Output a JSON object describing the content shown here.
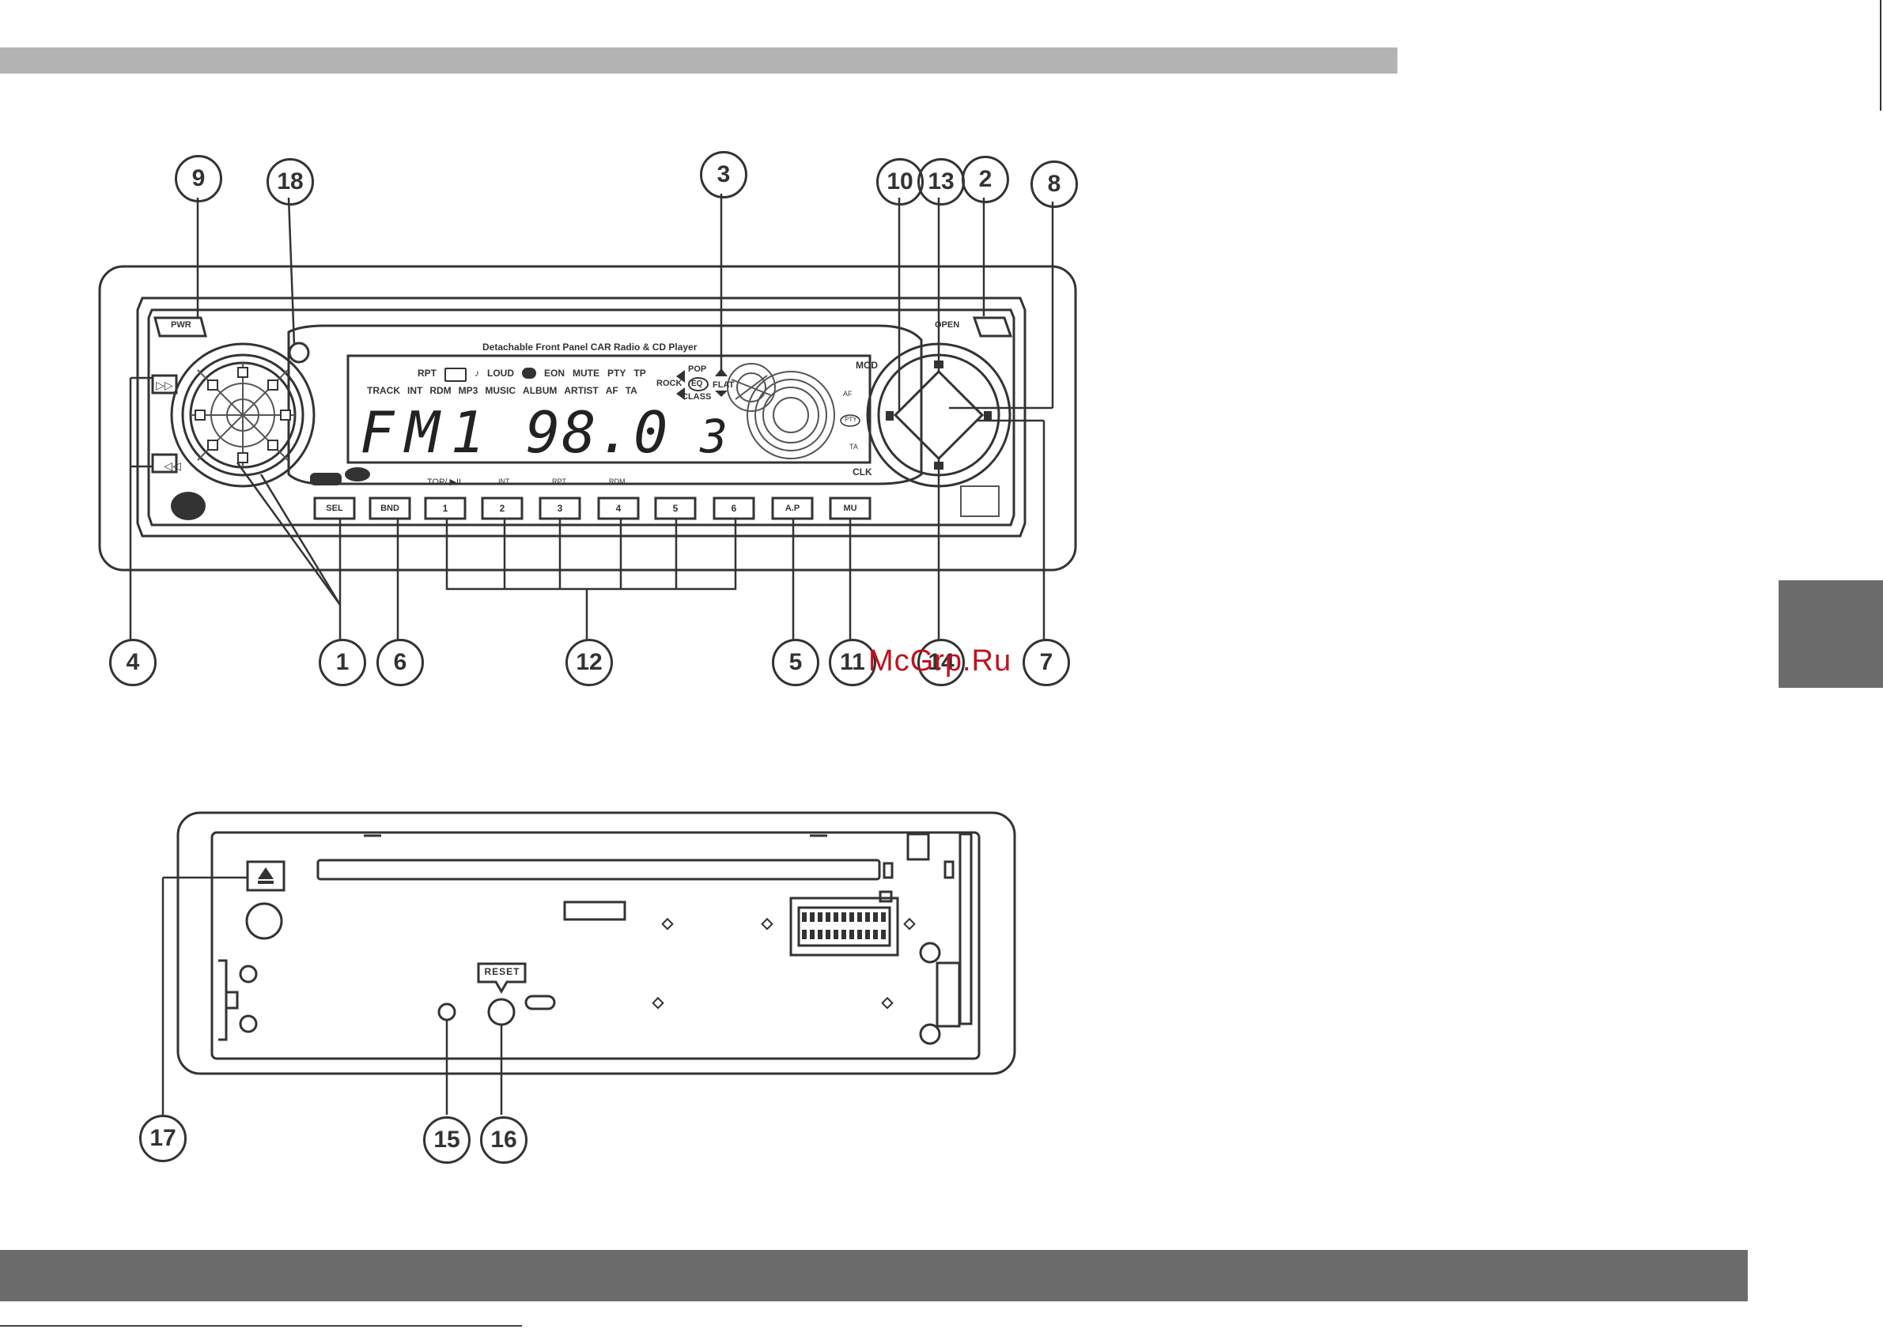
{
  "front_panel": {
    "title": "Detachable Front Panel CAR Radio & CD Player",
    "lcd": {
      "band": "FM1",
      "frequency": "98.0",
      "preset": "3",
      "indicators_row1": [
        "RPT",
        "LOUD",
        "EON",
        "MUTE",
        "PTY",
        "TP"
      ],
      "indicators_row2": [
        "TRACK",
        "INT",
        "RDM",
        "MP3",
        "MUSIC",
        "ALBUM",
        "ARTIST",
        "AF",
        "TA"
      ],
      "eq_labels": {
        "top": "POP",
        "left": "ROCK",
        "center": "EQ",
        "right": "FLAT",
        "bottom": "CLASS"
      }
    },
    "pwr_label": "PWR",
    "open_label": "OPEN",
    "mod_label": "MOD",
    "clk_label": "CLK",
    "af_label": "AF",
    "pty_label": "PTY",
    "ta_label": "TA",
    "preset_top_labels": [
      "TOP/ ▶II",
      "INT",
      "RPT",
      "RDM"
    ],
    "buttons": [
      "SEL",
      "BND",
      "1",
      "2",
      "3",
      "4",
      "5",
      "6",
      "A.P",
      "MU"
    ]
  },
  "rear_panel": {
    "reset_label": "RESET"
  },
  "callouts": {
    "top": [
      "9",
      "18",
      "3",
      "10",
      "13",
      "2",
      "8"
    ],
    "bottom": [
      "4",
      "1",
      "6",
      "12",
      "5",
      "11",
      "14",
      "7"
    ],
    "rear": [
      "17",
      "15",
      "16"
    ]
  },
  "watermark": "McGrp.Ru",
  "colors": {
    "top_bar": "#b3b3b3",
    "bottom_bar": "#6b6b6b",
    "side_tab": "#6b6b6b",
    "line": "#333333",
    "watermark": "#c0121f"
  }
}
